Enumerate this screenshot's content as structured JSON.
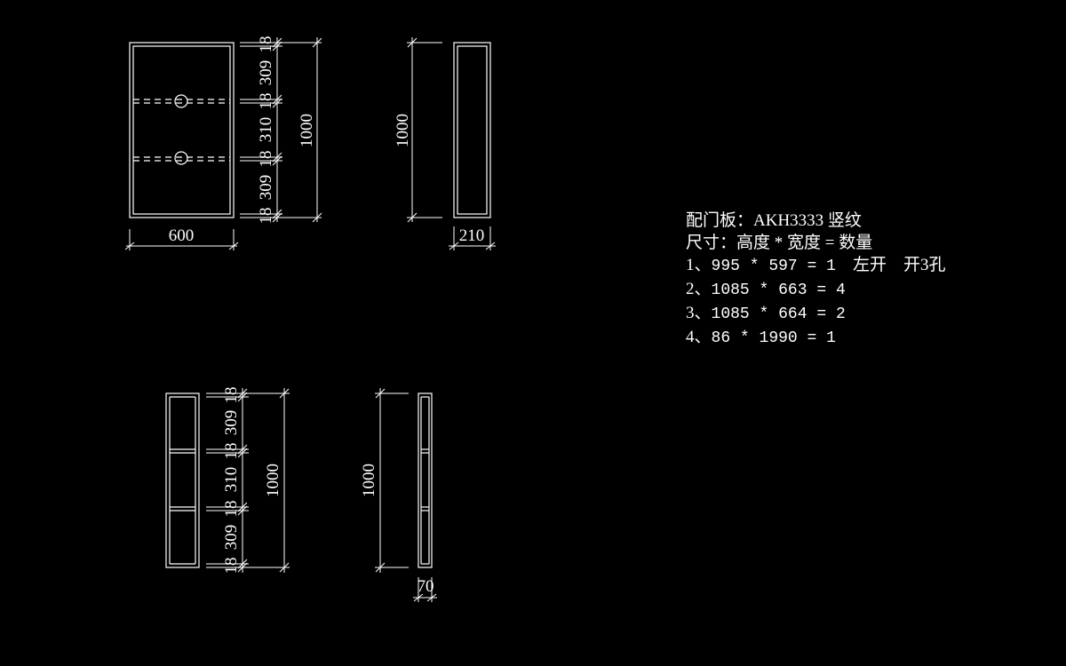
{
  "front_view_1": {
    "width_dim": "600",
    "height_dim": "1000",
    "segments": [
      "18",
      "309",
      "18",
      "310",
      "18",
      "309",
      "18"
    ]
  },
  "side_view_1": {
    "height_dim": "1000",
    "depth_dim": "210"
  },
  "front_view_2": {
    "height_dim": "1000",
    "segments": [
      "18",
      "309",
      "18",
      "310",
      "18",
      "309",
      "18"
    ]
  },
  "side_view_2": {
    "height_dim": "1000",
    "depth_dim": "70"
  },
  "spec": {
    "line1": "配门板：AKH3333 竖纹",
    "line2": "尺寸：高度 * 宽度 = 数量",
    "items": [
      {
        "no": "1、",
        "text": "995 * 597 = 1",
        "note": "    左开    开3孔"
      },
      {
        "no": "2、",
        "text": "1085 * 663 = 4",
        "note": ""
      },
      {
        "no": "3、",
        "text": "1085 * 664 = 2",
        "note": ""
      },
      {
        "no": "4、",
        "text": "86 * 1990 = 1",
        "note": ""
      }
    ]
  }
}
